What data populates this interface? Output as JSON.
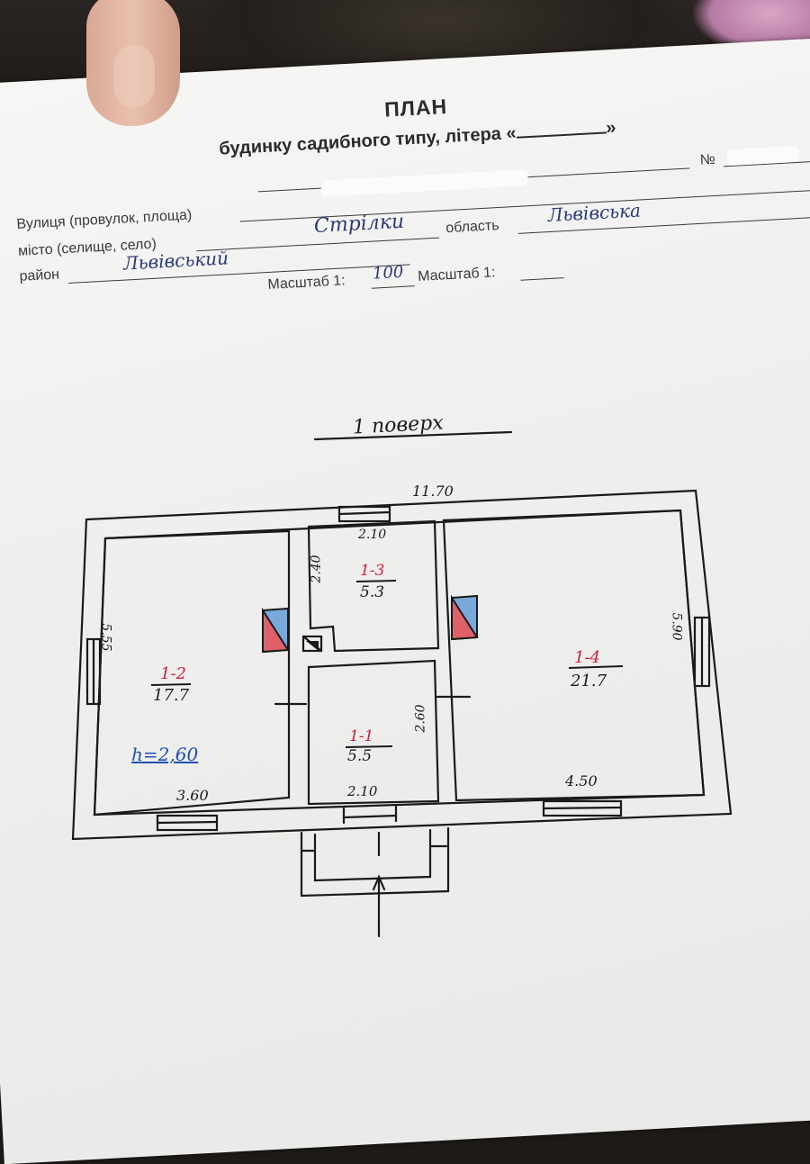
{
  "form": {
    "title": "ПЛАН",
    "subtitle": "будинку садибного типу, літера «",
    "subtitle_end": "»",
    "number_label": "№",
    "street_label": "Вулиця (провулок, площа)",
    "city_label": "місто (селище, село)",
    "region_label": "область",
    "district_label": "район",
    "scale_label_1": "Масштаб 1:",
    "scale_label_2": "Масштаб 1:"
  },
  "handwritten": {
    "city": "Стрілки",
    "region": "Львівська",
    "district": "Львівський",
    "scale": "100",
    "floor": "1 поверх",
    "height": "h=2,60"
  },
  "plan": {
    "overall_width": "11.70",
    "rooms": [
      {
        "id": "1-2",
        "area": "17.7",
        "dim_w": "3.60",
        "dim_h": "5.55"
      },
      {
        "id": "1-3",
        "area": "5.3",
        "dim_w": "2.10",
        "dim_h": "2.40"
      },
      {
        "id": "1-1",
        "area": "5.5",
        "dim_w": "2.10",
        "dim_h": "2.60"
      },
      {
        "id": "1-4",
        "area": "21.7",
        "dim_w": "4.50",
        "dim_h": "5.90"
      }
    ]
  },
  "colors": {
    "ink": "#1a1a1a",
    "blue_ink": "#2c3a78",
    "red_ink": "#d0203a",
    "stove_blue": "#78a9d8",
    "stove_red": "#e0606a"
  }
}
